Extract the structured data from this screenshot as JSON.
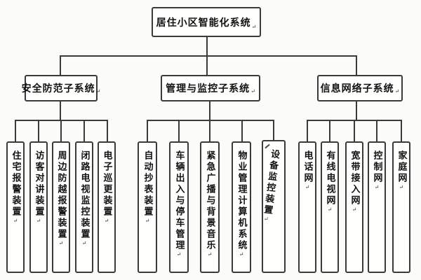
{
  "title": "居住小区智能化系统",
  "paragraph_mark": "↵",
  "colors": {
    "line": "#3a3a3a",
    "box_border": "#3a3a3a",
    "box_bg": "#fffffe",
    "text": "#121212",
    "page_bg": "#fbfbfa"
  },
  "branches": [
    {
      "label": "安全防范子系统",
      "children": [
        "住宅报警装置",
        "访客对讲装置",
        "周边防越报警装置",
        "闭路电视监控装置",
        "电子巡更装置"
      ]
    },
    {
      "label": "管理与监控子系统",
      "children": [
        "自动抄表装置",
        "车辆出入与停车管理",
        "紧急广播与背景音乐",
        "物业管理计算机系统",
        "设备监控装置"
      ]
    },
    {
      "label": "信息网络子系统",
      "children": [
        "电话网",
        "有线电视网",
        "宽带接入网",
        "控制网",
        "家庭网"
      ]
    }
  ]
}
